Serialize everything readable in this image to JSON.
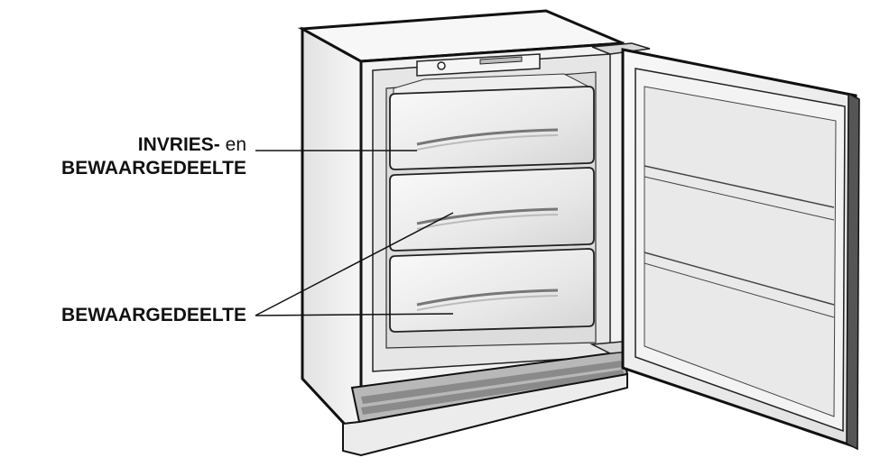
{
  "labels": {
    "freeze_line1_bold": "INVRIES-",
    "freeze_line1_normal": "en",
    "freeze_line2": "BEWAARGEDEELTE",
    "storage": "BEWAARGEDEELTE"
  },
  "colors": {
    "outline": "#111111",
    "body": "#f4f4f4",
    "shade": "#d0d0d0",
    "drawer": "#e9e9e9",
    "plinth": "#9a9a9a"
  }
}
